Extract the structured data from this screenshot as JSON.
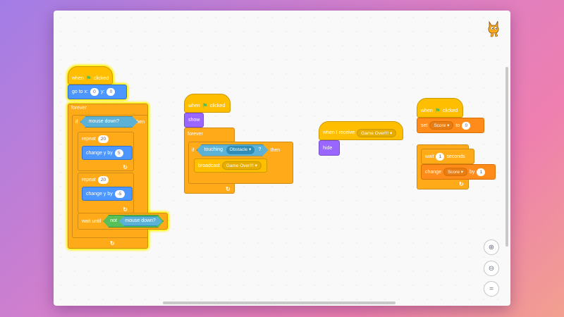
{
  "colors": {
    "events": "#ffbf00",
    "control": "#ffab19",
    "motion": "#4c97ff",
    "looks": "#9966ff",
    "variables": "#ff8c1a",
    "sensing": "#5cb1d6",
    "operators": "#59c059",
    "glow": "#fff000"
  },
  "script1": {
    "when_label": "when",
    "clicked_label": "clicked",
    "goto_label": "go to x:",
    "goto_x": "0",
    "goto_y_label": "y:",
    "goto_y": "0",
    "forever_label": "forever",
    "if_label": "if",
    "mouse_down": "mouse down?",
    "then_label": "then",
    "repeat_label": "repeat",
    "repeat1_count": "20",
    "change_y_label": "change y by",
    "change_y1": "5",
    "repeat2_count": "20",
    "change_y2": "-5",
    "wait_until_label": "wait until",
    "not_label": "not",
    "mouse_down2": "mouse down?"
  },
  "script2": {
    "when_label": "when",
    "clicked_label": "clicked",
    "show_label": "show",
    "forever_label": "forever",
    "if_label": "if",
    "touching_label": "touching",
    "touching_target": "Obstacle",
    "question": "?",
    "then_label": "then",
    "broadcast_label": "broadcast",
    "broadcast_msg": "Game Over!!!"
  },
  "script3": {
    "when_receive_label": "when I receive",
    "message": "Game Over!!!",
    "hide_label": "hide"
  },
  "script4": {
    "when_label": "when",
    "clicked_label": "clicked",
    "set_label": "set",
    "set_var": "Score",
    "to_label": "to",
    "set_value": "0",
    "forever_label": "forever",
    "wait_label": "wait",
    "wait_value": "1",
    "seconds_label": "seconds",
    "change_label": "change",
    "change_var": "Score",
    "by_label": "by",
    "change_value": "1"
  },
  "icons": {
    "flag": "green-flag-icon",
    "loop_arrow": "loop-arrow-icon",
    "dropdown": "dropdown-arrow-icon",
    "zoom_in": "zoom-in-icon",
    "zoom_out": "zoom-out-icon",
    "zoom_reset": "zoom-reset-icon",
    "sprite": "scratch-cat-icon"
  }
}
